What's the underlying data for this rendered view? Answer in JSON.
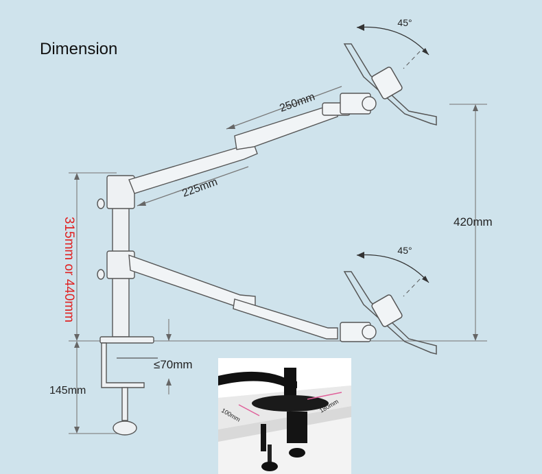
{
  "title": "Dimension",
  "dimensions": {
    "arm_upper": "250mm",
    "arm_lower": "225mm",
    "height_between_arms": "420mm",
    "pole_height": "315mm or 440mm",
    "tilt_top": "45°",
    "tilt_bottom": "45°",
    "desk_thickness": "≤70mm",
    "clamp_height": "145mm"
  },
  "inset_photo": {
    "depth_label": "100mm",
    "width_label": "180mm"
  },
  "colors": {
    "background": "#cfe3ec",
    "line": "#555555",
    "accent_red": "#e02020"
  }
}
